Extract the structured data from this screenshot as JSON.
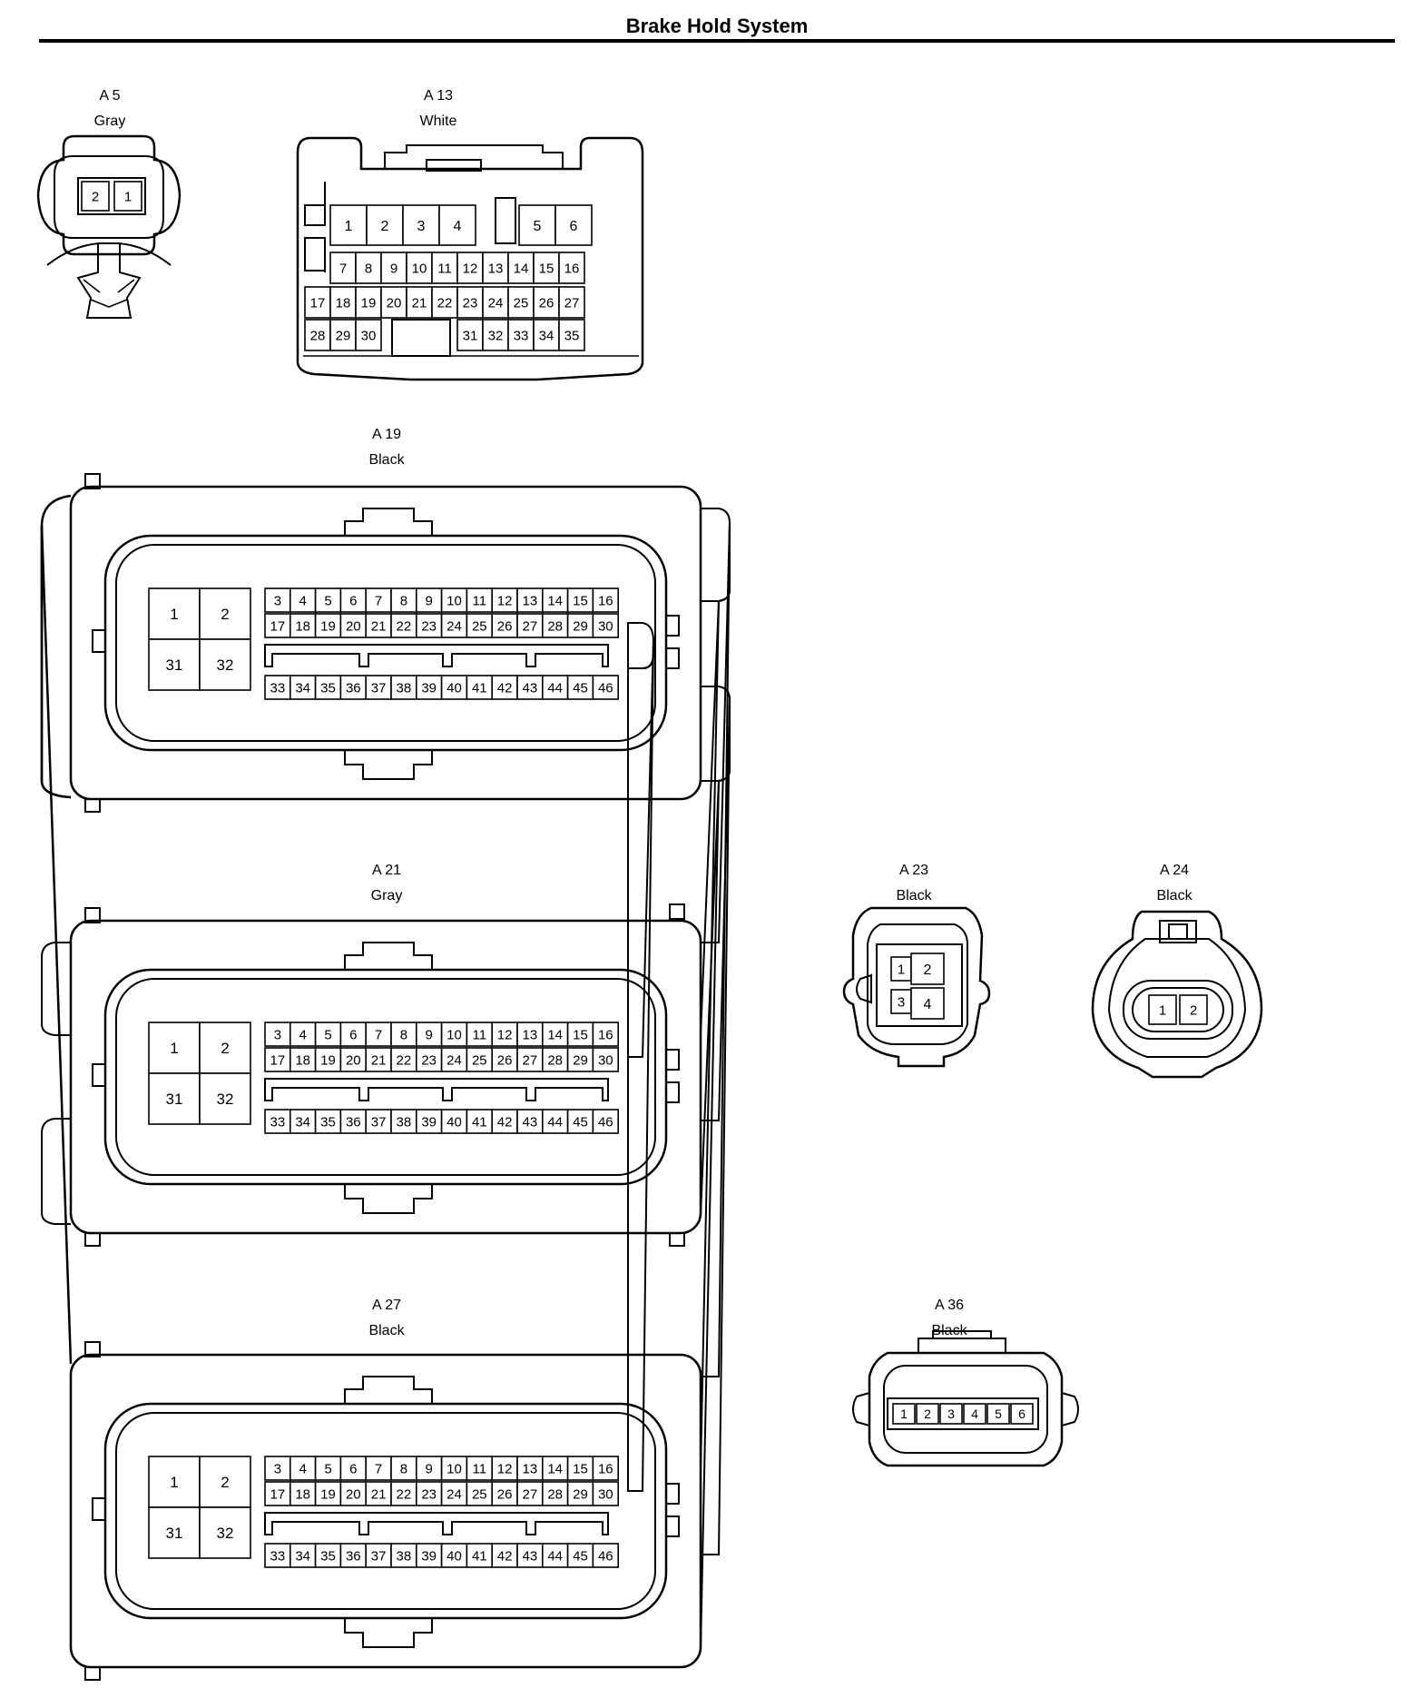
{
  "page": {
    "title": "Brake Hold System"
  },
  "connectors": [
    {
      "id": "A 5",
      "color": "Gray",
      "pins": [
        "2",
        "1"
      ]
    },
    {
      "id": "A 13",
      "color": "White",
      "rows": [
        [
          "1",
          "2",
          "3",
          "4",
          "5",
          "6"
        ],
        [
          "7",
          "8",
          "9",
          "10",
          "11",
          "12",
          "13",
          "14",
          "15",
          "16"
        ],
        [
          "17",
          "18",
          "19",
          "20",
          "21",
          "22",
          "23",
          "24",
          "25",
          "26",
          "27"
        ],
        [
          "28",
          "29",
          "30",
          "31",
          "32",
          "33",
          "34",
          "35"
        ]
      ]
    },
    {
      "id": "A 19",
      "color": "Black"
    },
    {
      "id": "A 21",
      "color": "Gray"
    },
    {
      "id": "A 23",
      "color": "Black",
      "pins": [
        "1",
        "2",
        "3",
        "4"
      ]
    },
    {
      "id": "A 24",
      "color": "Black",
      "pins": [
        "1",
        "2"
      ]
    },
    {
      "id": "A 27",
      "color": "Black"
    },
    {
      "id": "A 36",
      "color": "Black",
      "pins": [
        "1",
        "2",
        "3",
        "4",
        "5",
        "6"
      ]
    }
  ],
  "ecu_pinout": {
    "big_block": [
      "1",
      "2",
      "31",
      "32"
    ],
    "row1": [
      "3",
      "4",
      "5",
      "6",
      "7",
      "8",
      "9",
      "10",
      "11",
      "12",
      "13",
      "14",
      "15",
      "16"
    ],
    "row2": [
      "17",
      "18",
      "19",
      "20",
      "21",
      "22",
      "23",
      "24",
      "25",
      "26",
      "27",
      "28",
      "29",
      "30"
    ],
    "row3": [
      "33",
      "34",
      "35",
      "36",
      "37",
      "38",
      "39",
      "40",
      "41",
      "42",
      "43",
      "44",
      "45",
      "46"
    ]
  }
}
